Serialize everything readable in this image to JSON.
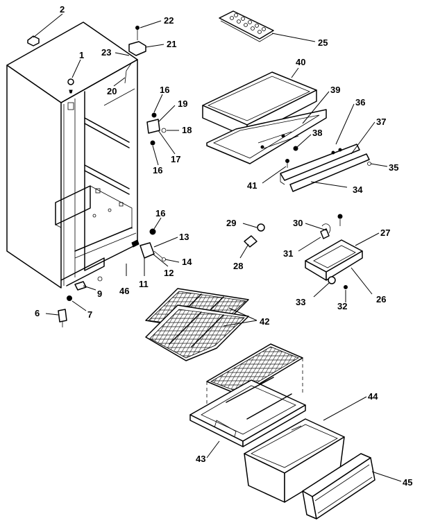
{
  "callouts": {
    "c1": "1",
    "c2": "2",
    "c6": "6",
    "c7": "7",
    "c9": "9",
    "c11": "11",
    "c12": "12",
    "c13": "13",
    "c14": "14",
    "c16a": "16",
    "c16b": "16",
    "c16c": "16",
    "c17": "17",
    "c18": "18",
    "c19": "19",
    "c20": "20",
    "c21": "21",
    "c22": "22",
    "c23": "23",
    "c25": "25",
    "c26": "26",
    "c27": "27",
    "c28": "28",
    "c29": "29",
    "c30": "30",
    "c31": "31",
    "c32": "32",
    "c33": "33",
    "c34": "34",
    "c35": "35",
    "c36": "36",
    "c37": "37",
    "c38": "38",
    "c39": "39",
    "c40": "40",
    "c41": "41",
    "c42": "42",
    "c43": "43",
    "c44": "44",
    "c45": "45",
    "c46": "46"
  }
}
